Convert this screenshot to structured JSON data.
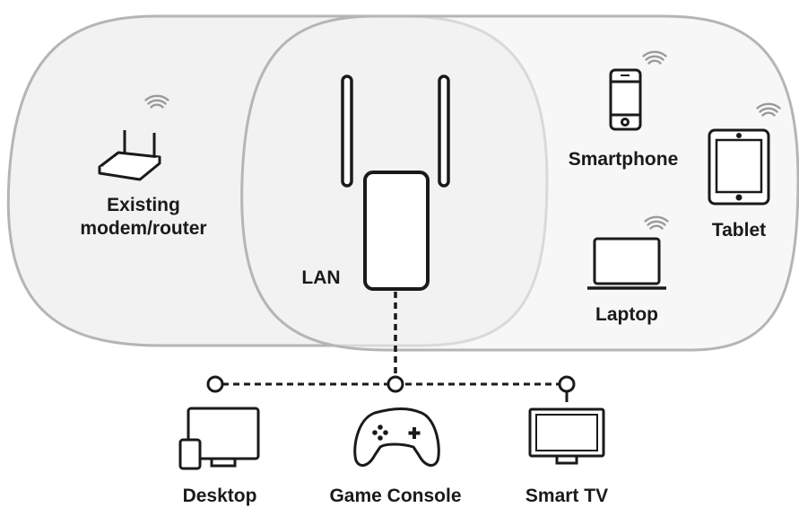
{
  "labels": {
    "router": [
      "Existing",
      "modem/router"
    ],
    "lan": "LAN",
    "smartphone": "Smartphone",
    "tablet": "Tablet",
    "laptop": "Laptop",
    "desktop": "Desktop",
    "game_console": "Game Console",
    "smart_tv": "Smart TV"
  },
  "icons": {
    "wireless": [
      "router",
      "smartphone",
      "tablet",
      "laptop"
    ],
    "wired": [
      "desktop",
      "game_console",
      "smart_tv"
    ]
  },
  "colors": {
    "coverage_outline": "#b5b5b5",
    "coverage_fill": "#f2f2f2",
    "device_stroke": "#1a1a1a",
    "wifi_signal": "#9a9a9a"
  }
}
